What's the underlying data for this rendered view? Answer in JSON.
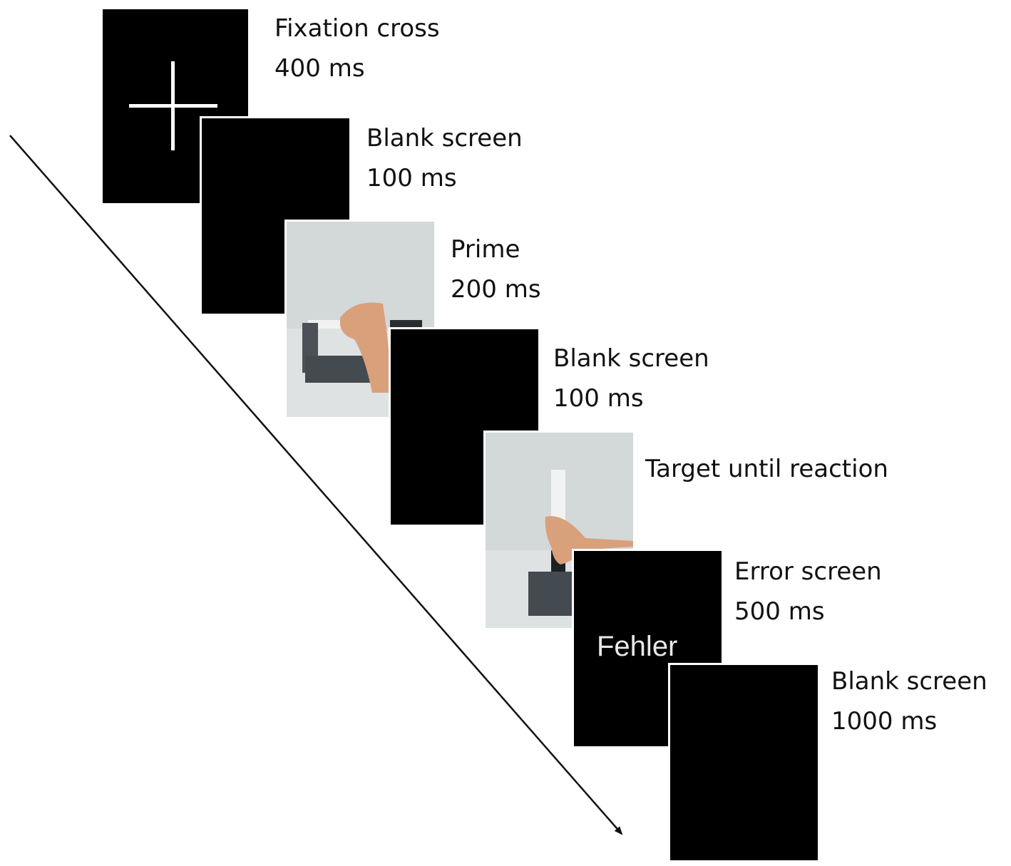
{
  "figure": {
    "type": "trial-sequence",
    "steps": [
      {
        "name": "Fixation cross",
        "duration": "400 ms",
        "screen": "fixation-cross"
      },
      {
        "name": "Blank screen",
        "duration": "100 ms",
        "screen": "blank"
      },
      {
        "name": "Prime",
        "duration": "200 ms",
        "screen": "photo-hand-horizontal-grip"
      },
      {
        "name": "Blank screen",
        "duration": "100 ms",
        "screen": "blank"
      },
      {
        "name": "Target until reaction",
        "duration": "",
        "screen": "photo-hand-vertical-grip"
      },
      {
        "name": "Error screen",
        "duration": "500 ms",
        "screen": "error",
        "screen_text": "Fehler"
      },
      {
        "name": "Blank screen",
        "duration": "1000 ms",
        "screen": "blank"
      }
    ],
    "arrow": {
      "meaning": "time",
      "direction": "down-right"
    }
  }
}
